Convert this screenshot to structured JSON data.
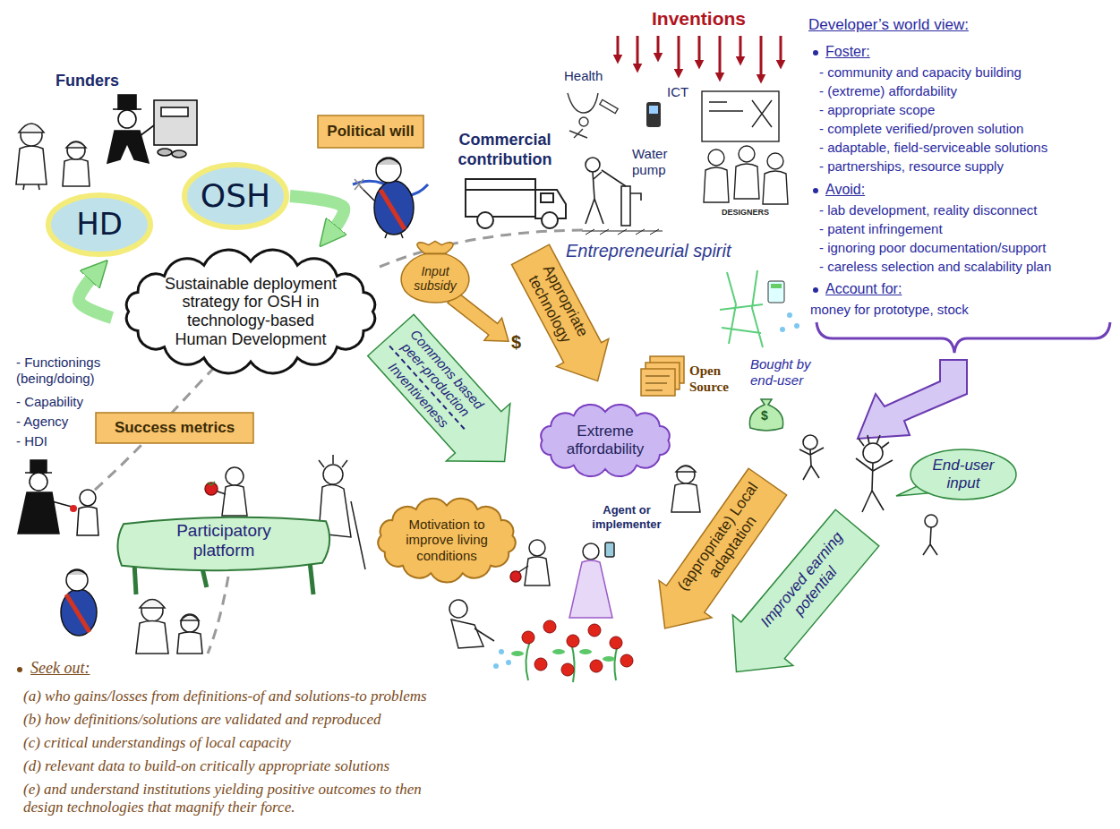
{
  "diagram": {
    "nodes": [
      {
        "text": [
          "HD"
        ]
      },
      {
        "text": [
          "OSH"
        ]
      },
      {
        "text": [
          "Sustainable deployment strategy for OSH in technology-based Human Development"
        ]
      },
      {
        "text": [
          "Political will"
        ]
      },
      {
        "text": [
          "Input subsidy"
        ]
      },
      {
        "text": [
          "Appropriate technology"
        ]
      },
      {
        "text": [
          "Commons based peer-production",
          "Inventiveness"
        ]
      },
      {
        "text": [
          "Success metrics"
        ]
      },
      {
        "text": [
          "Extreme affordability"
        ]
      },
      {
        "text": [
          "Motivation to improve living conditions"
        ]
      },
      {
        "text": [
          "Participatory platform"
        ]
      },
      {
        "text": [
          "(appropriate) Local adaptation"
        ]
      },
      {
        "text": [
          "Improved earning potential"
        ]
      },
      {
        "text": [
          "End-user input"
        ]
      }
    ],
    "edges": [
      {
        "from": 1,
        "to": 2,
        "arrow": "to"
      },
      {
        "from": 2,
        "to": 0,
        "arrow": "to"
      }
    ],
    "labels": [
      "Inventions",
      "Funders",
      "Health",
      "ICT",
      "Commercial contribution",
      "Water pump",
      "DESIGNERS",
      "Developer’s world view:",
      "Foster:",
      "- community and capacity building",
      "- (extreme) affordability",
      "- appropriate scope",
      "- complete verified/proven solution",
      "- adaptable, field-serviceable solutions",
      "- partnerships, resource supply",
      "Avoid:",
      "- lab development, reality disconnect",
      "- patent infringement",
      "- ignoring poor documentation/support",
      "- careless selection and scalability plan",
      "Account for:",
      "money for prototype, stock",
      "Entrepreneurial spirit",
      "$",
      "Open Source",
      "Bought by end-user",
      "$",
      "- Functionings (being/doing)",
      "- Capability",
      "- Agency",
      "- HDI",
      "Agent or implementer",
      "Seek out:",
      "(a) who gains/losses from definitions-of and solutions-to problems",
      "(b) how definitions/solutions are validated and reproduced",
      "(c) critical understandings of local capacity",
      "(d) relevant data to build-on critically appropriate solutions",
      "(e) and understand institutions yielding positive outcomes to then design technologies that magnify their force."
    ]
  }
}
